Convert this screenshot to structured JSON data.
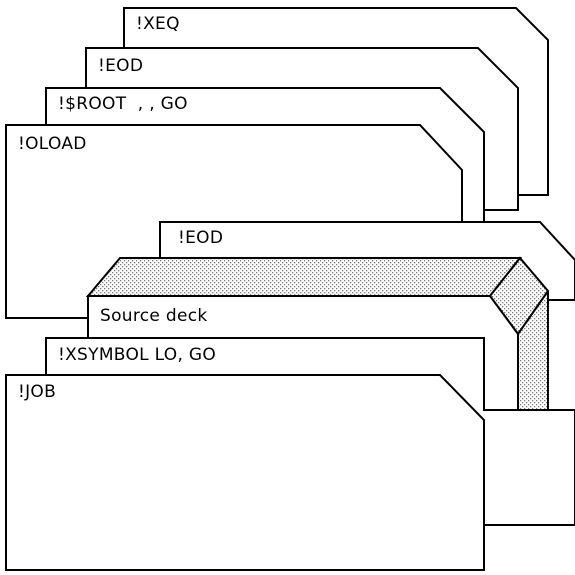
{
  "cards": {
    "xeq": "!XEQ",
    "eod_top": "!EOD",
    "root": "!$ROOT  , , GO",
    "oload": "!OLOAD",
    "eod_mid": "!EOD",
    "source_deck": "Source deck",
    "xsymbol": "!XSYMBOL LO, GO",
    "job": "!JOB"
  },
  "colors": {
    "ink": "#000000",
    "card_fill": "#ffffff",
    "stipple": "#7a7a7a"
  }
}
